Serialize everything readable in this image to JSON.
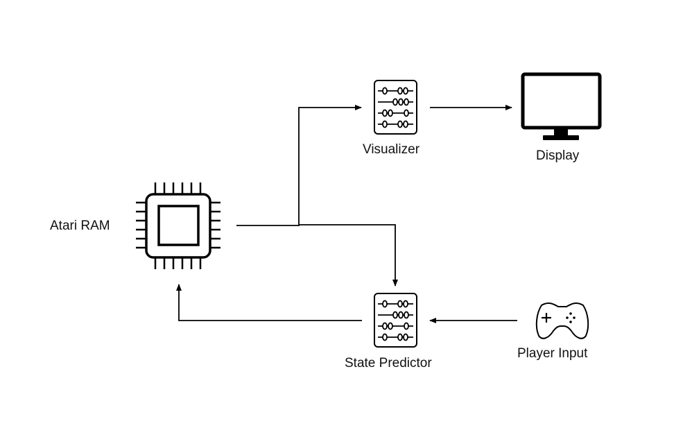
{
  "diagram": {
    "nodes": {
      "ram": {
        "label": "Atari RAM",
        "icon": "cpu-chip-icon"
      },
      "visualizer": {
        "label": "Visualizer",
        "icon": "abacus-icon"
      },
      "display": {
        "label": "Display",
        "icon": "monitor-icon"
      },
      "state_predictor": {
        "label": "State Predictor",
        "icon": "abacus-icon"
      },
      "player_input": {
        "label": "Player Input",
        "icon": "gamepad-icon"
      }
    },
    "edges": [
      {
        "from": "Atari RAM",
        "to": "Visualizer"
      },
      {
        "from": "Visualizer",
        "to": "Display"
      },
      {
        "from": "Atari RAM",
        "to": "State Predictor"
      },
      {
        "from": "Player Input",
        "to": "State Predictor"
      },
      {
        "from": "State Predictor",
        "to": "Atari RAM"
      }
    ],
    "colors": {
      "stroke": "#000000",
      "background": "#ffffff"
    }
  }
}
